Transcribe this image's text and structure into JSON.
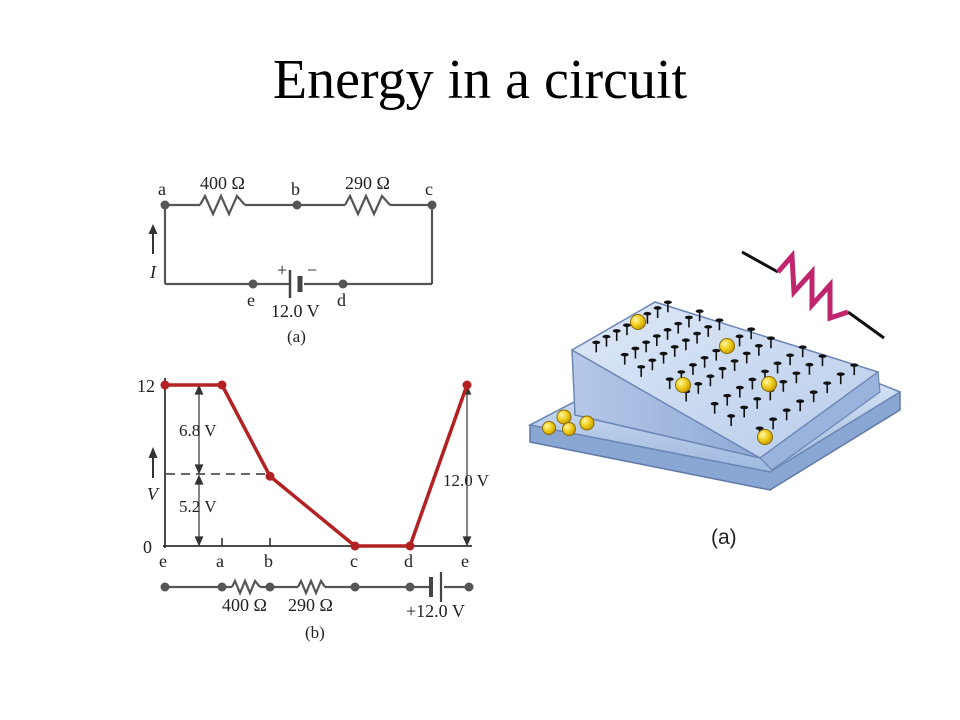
{
  "title": "Energy in a circuit",
  "circuit_a": {
    "node_a": "a",
    "node_b": "b",
    "node_c": "c",
    "node_d": "d",
    "node_e": "e",
    "resistor1": "400 Ω",
    "resistor2": "290 Ω",
    "current_label": "I",
    "battery_plus": "+",
    "battery_minus": "−",
    "battery_voltage": "12.0 V",
    "caption": "(a)"
  },
  "potential_graph": {
    "y_top_tick": "12",
    "y_zero_tick": "0",
    "v_axis_label": "V",
    "drop1": "6.8 V",
    "drop2": "5.2 V",
    "rise": "12.0 V",
    "x_labels": [
      "e",
      "a",
      "b",
      "c",
      "d",
      "e"
    ],
    "strip_resistor1": "400 Ω",
    "strip_resistor2": "290 Ω",
    "strip_battery": "+12.0 V",
    "caption": "(b)",
    "line_color": "#b22222"
  },
  "chart_data": {
    "type": "line",
    "categories": [
      "e",
      "a",
      "b",
      "c",
      "d",
      "e"
    ],
    "values": [
      12.0,
      12.0,
      5.2,
      0.0,
      0.0,
      12.0
    ],
    "title": "",
    "xlabel": "",
    "ylabel": "V",
    "ylim": [
      0,
      12
    ]
  },
  "ramp_figure": {
    "caption": "(a)",
    "resistor_color": "#c0266e",
    "ball_color": "#f2d020"
  }
}
